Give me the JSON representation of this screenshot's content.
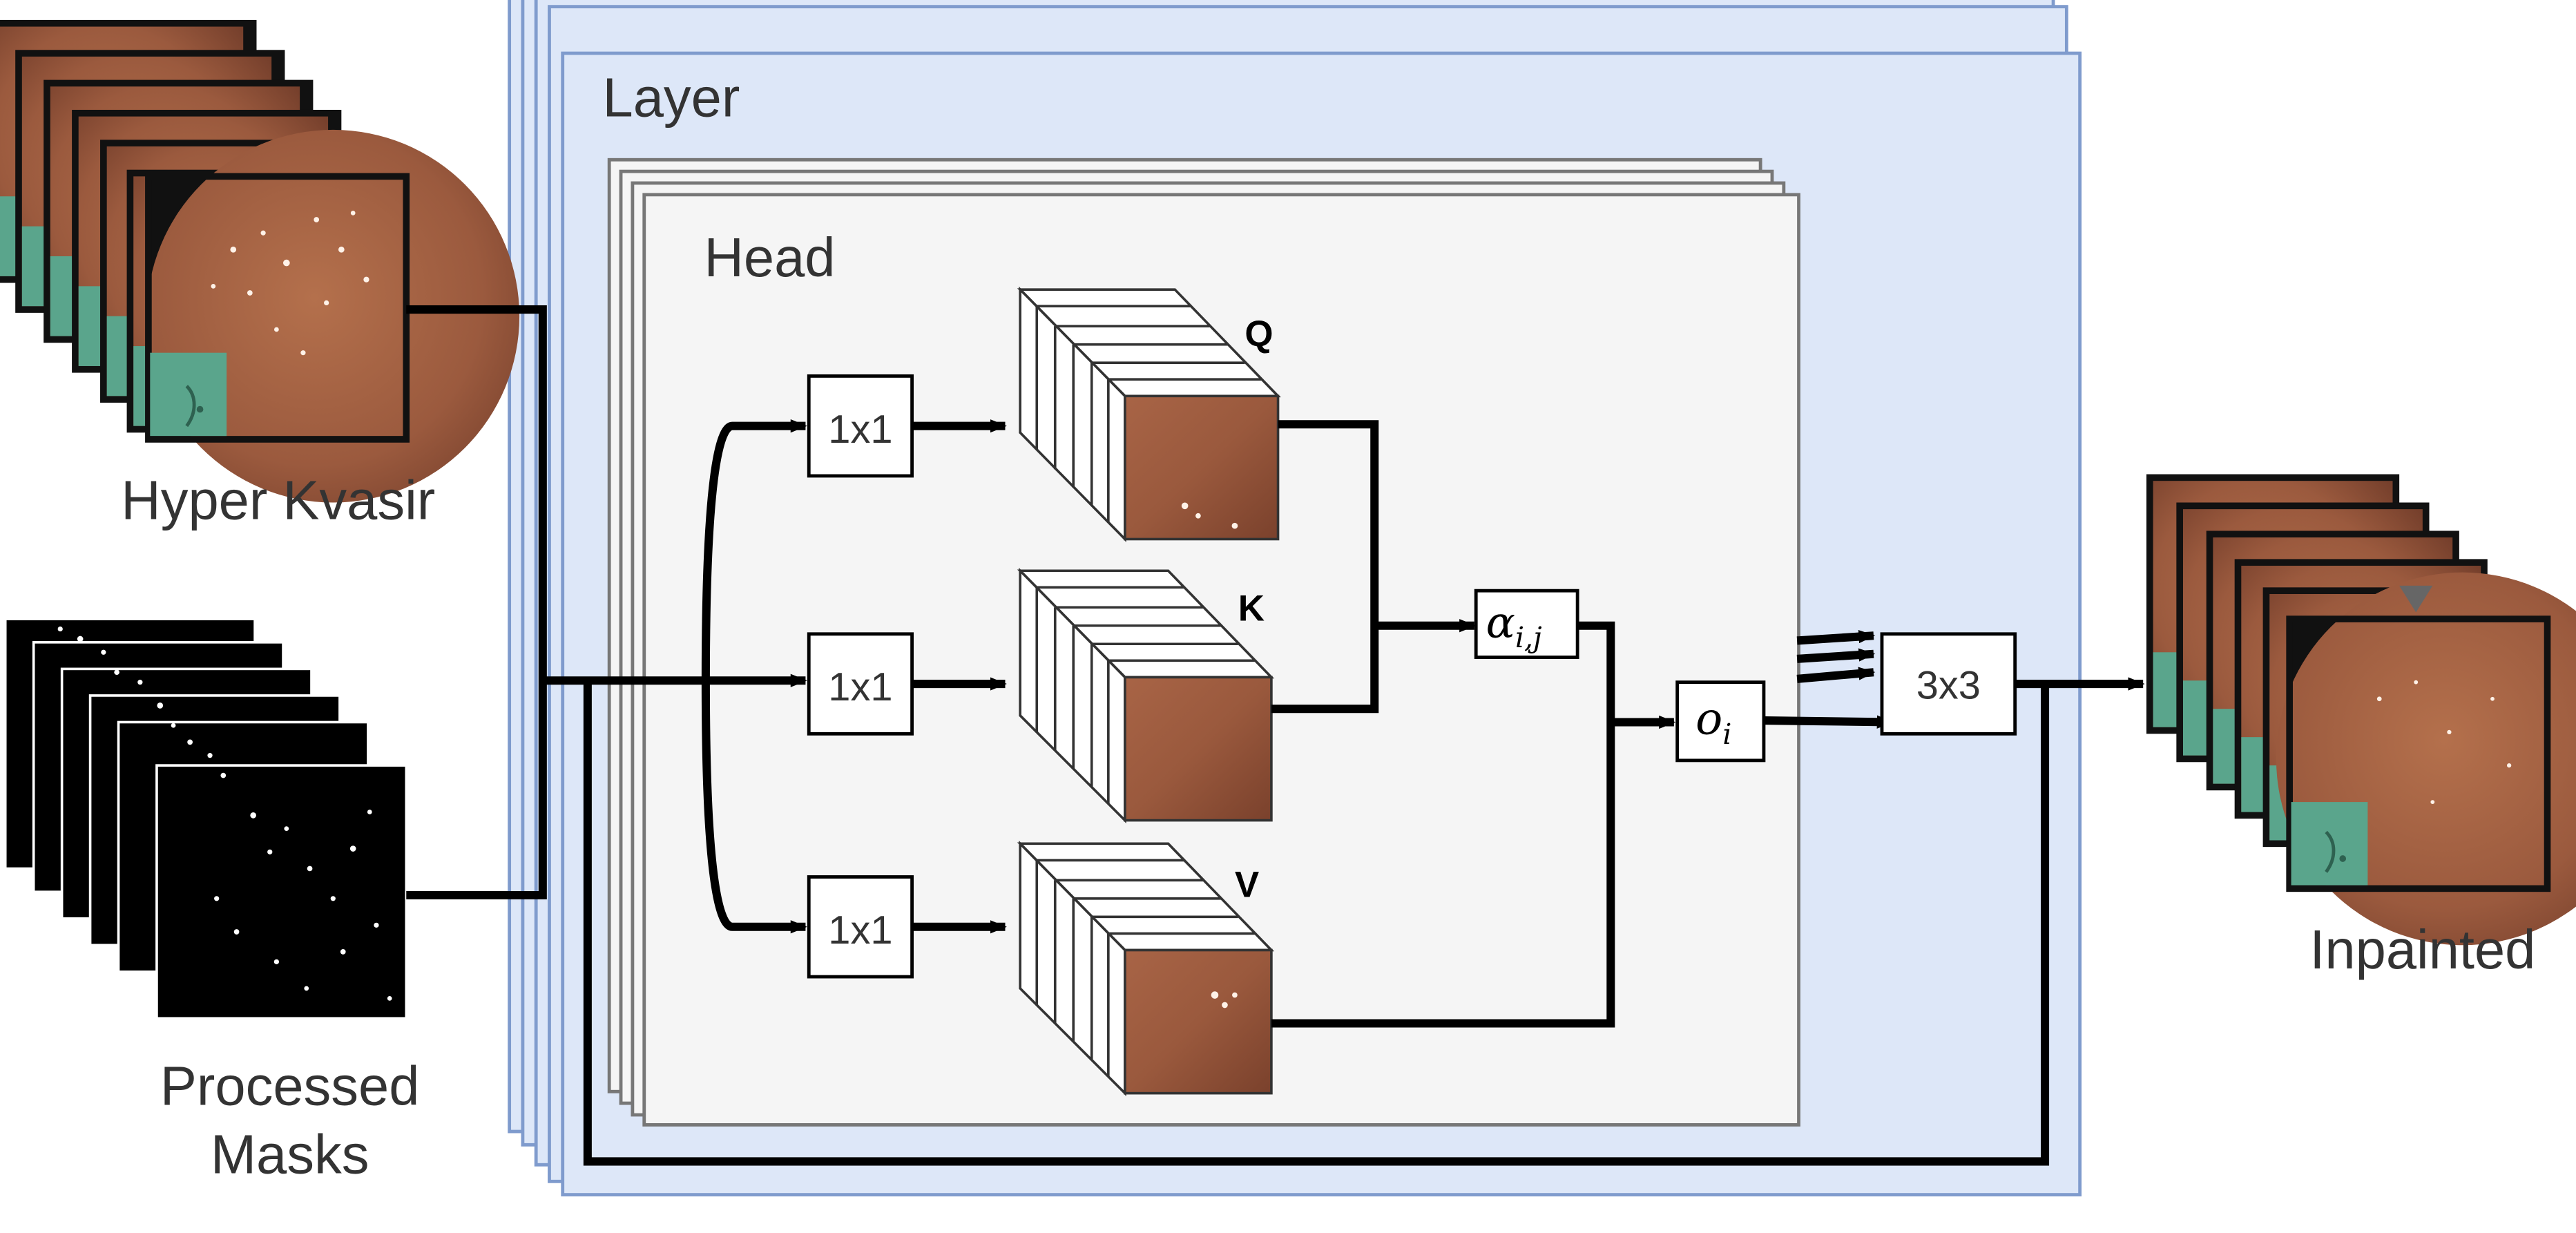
{
  "inputs": {
    "images_label": "Hyper Kvasir",
    "masks_label_line1": "Processed",
    "masks_label_line2": "Masks"
  },
  "output": {
    "label": "Inpainted"
  },
  "layer": {
    "label": "Layer"
  },
  "head": {
    "label": "Head"
  },
  "conv_1x1": "1x1",
  "conv_3x3": "3x3",
  "tensors": {
    "q": "Q",
    "k": "K",
    "v": "V"
  },
  "attention": {
    "base": "α",
    "subscript": "i,j"
  },
  "head_output": {
    "base": "o",
    "subscript": "i"
  },
  "colors": {
    "layer_fill": "#DDE7F8",
    "layer_stroke": "#7F9BCD",
    "head_fill": "#F5F5F5",
    "tissue": "#9B5A3E",
    "mask_green": "#5AA58C"
  }
}
